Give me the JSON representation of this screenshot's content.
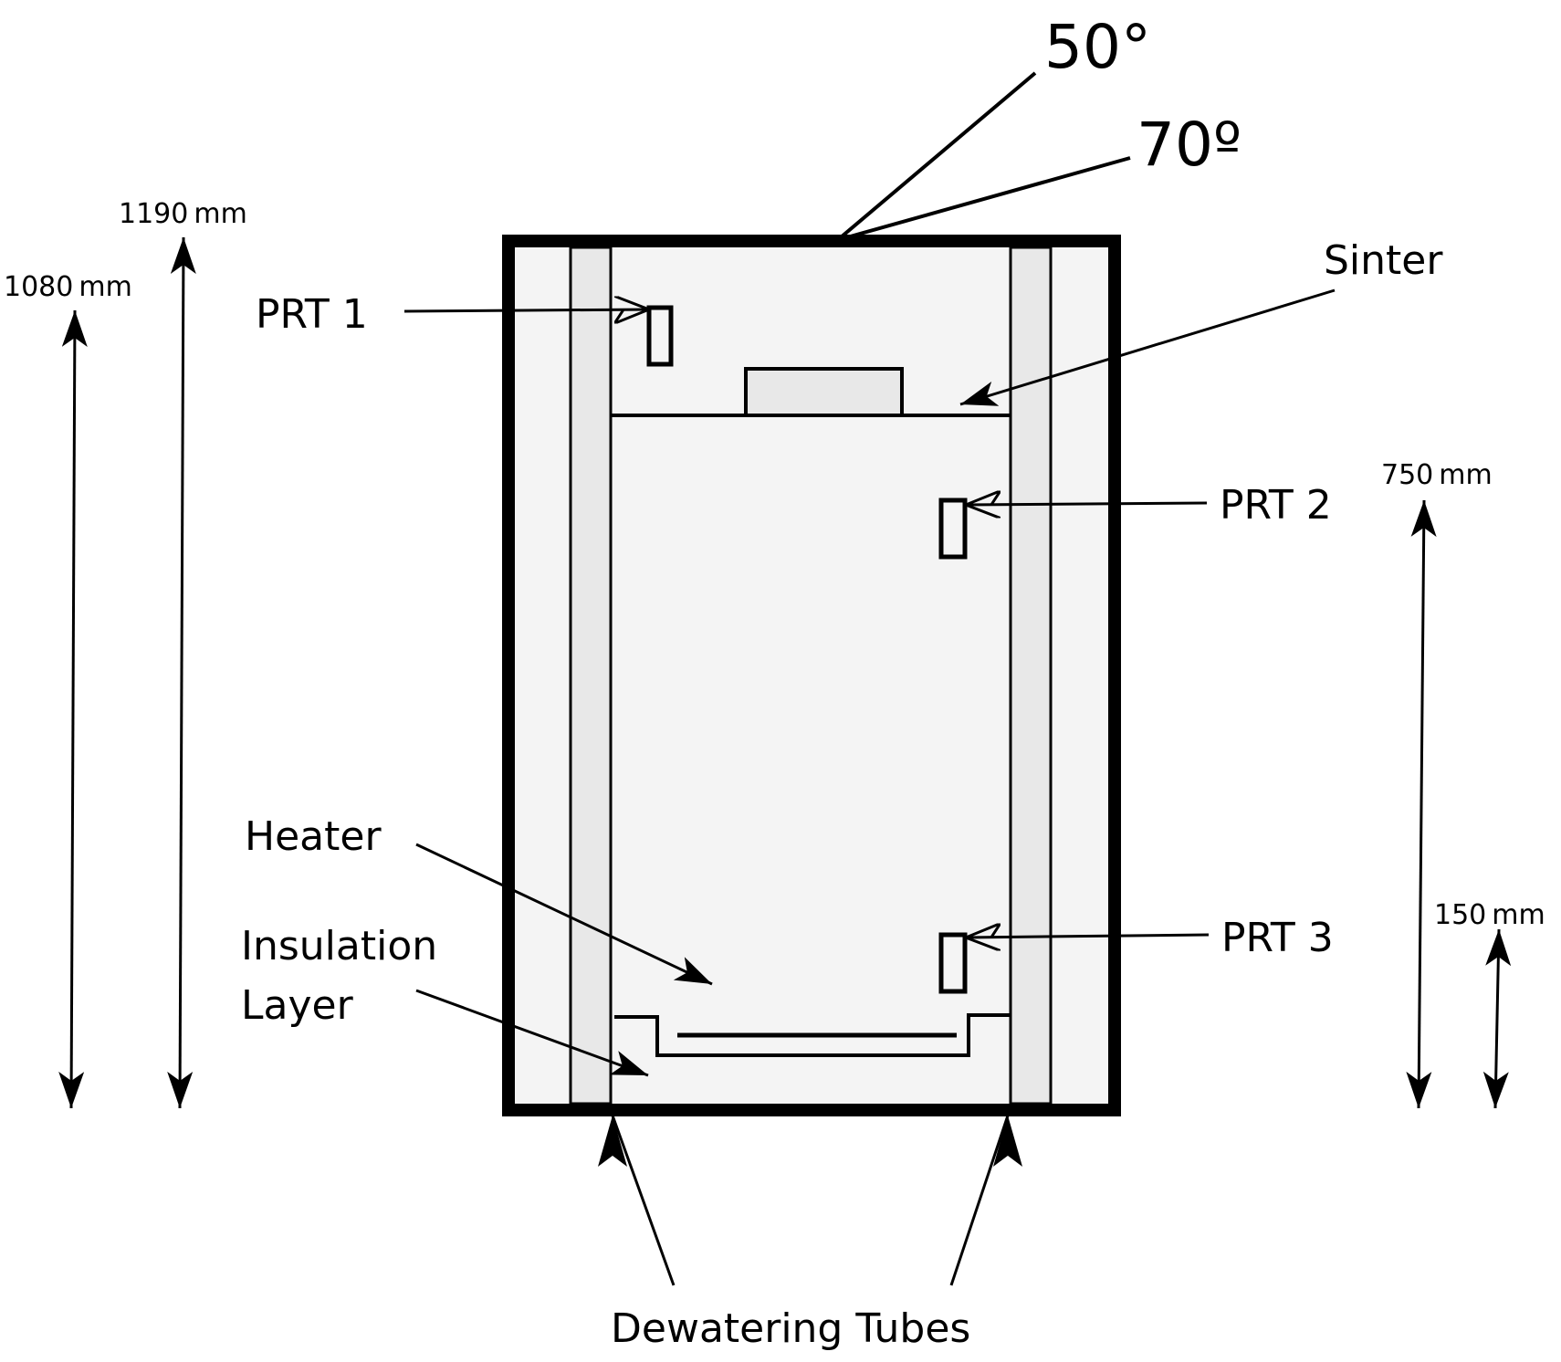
{
  "labels": {
    "angle_50": "50°",
    "angle_70": "70º",
    "sinter": "Sinter",
    "prt1": "PRT 1",
    "prt2": "PRT 2",
    "prt3": "PRT 3",
    "heater": "Heater",
    "insulation_line1": "Insulation",
    "insulation_line2": "Layer",
    "dewatering_tubes": "Dewatering Tubes"
  },
  "dimensions": {
    "d1190": {
      "value": "1190",
      "unit": "mm"
    },
    "d1080": {
      "value": "1080",
      "unit": "mm"
    },
    "d750": {
      "value": "750",
      "unit": "mm"
    },
    "d150": {
      "value": "150",
      "unit": "mm"
    }
  },
  "colors": {
    "line": "#000000",
    "background": "#ffffff",
    "chamber_fill": "#f4f4f4",
    "wall_fill": "#e8e8e8"
  }
}
